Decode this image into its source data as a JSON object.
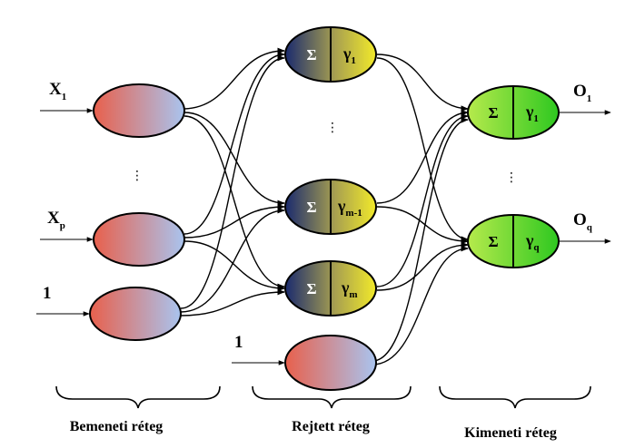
{
  "input_layer": {
    "caption": "Bemeneti réteg",
    "labels": [
      {
        "main": "X",
        "sub": "1"
      },
      {
        "main": "X",
        "sub": "p"
      },
      {
        "main": "1",
        "sub": ""
      }
    ],
    "ellipsis": "⋮"
  },
  "hidden_layer": {
    "caption": "Rejtett réteg",
    "neurons": [
      {
        "sigma": "Σ",
        "gamma": "γ",
        "sub": "1"
      },
      {
        "sigma": "Σ",
        "gamma": "γ",
        "sub": "m-1"
      },
      {
        "sigma": "Σ",
        "gamma": "γ",
        "sub": "m"
      }
    ],
    "bias_label": "1",
    "ellipsis": "⋮"
  },
  "output_layer": {
    "caption": "Kimeneti réteg",
    "neurons": [
      {
        "sigma": "Σ",
        "gamma": "γ",
        "sub": "1"
      },
      {
        "sigma": "Σ",
        "gamma": "γ",
        "sub": "q"
      }
    ],
    "outputs": [
      {
        "main": "O",
        "sub": "1"
      },
      {
        "main": "O",
        "sub": "q"
      }
    ],
    "ellipsis": "⋮"
  },
  "colors": {
    "input_gradient": [
      "#e8604c",
      "#a9c4ef"
    ],
    "hidden_gradient": [
      "#1a2a6e",
      "#f2ea2a"
    ],
    "output_gradient": [
      "#a8e84a",
      "#2ec820"
    ],
    "stroke": "#000000"
  }
}
